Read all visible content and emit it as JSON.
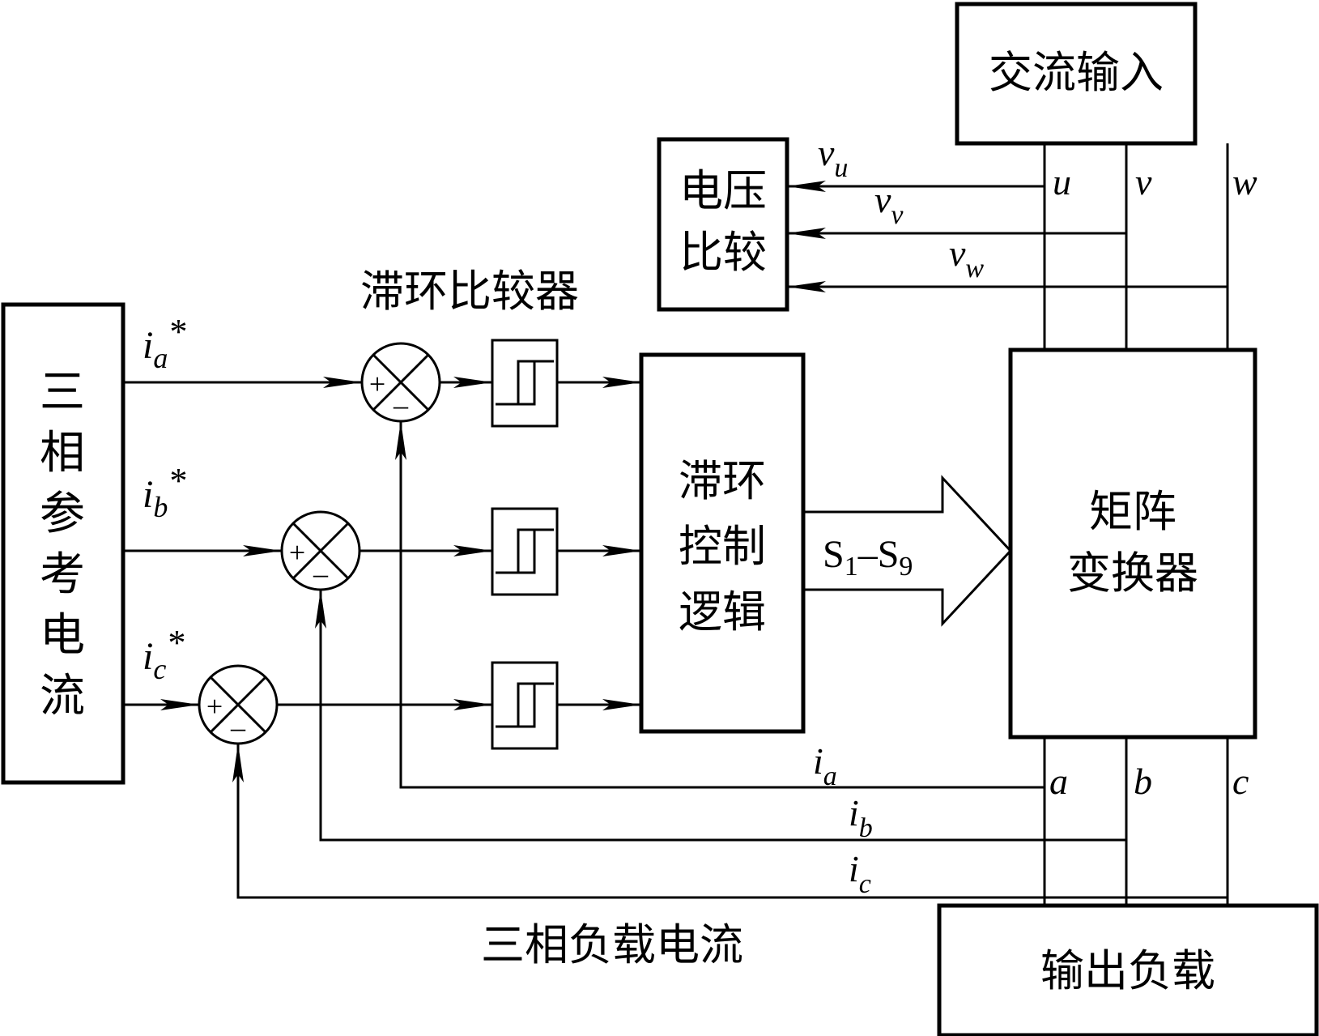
{
  "blocks": {
    "ac_input": "交流输入",
    "voltage_compare": [
      "电压",
      "比较"
    ],
    "reference_current": [
      "三",
      "相",
      "参",
      "考",
      "电",
      "流"
    ],
    "hysteresis_logic": [
      "滞环",
      "控制",
      "逻辑"
    ],
    "matrix_converter": [
      "矩阵",
      "变换器"
    ],
    "output_load": "输出负载"
  },
  "labels": {
    "hysteresis_comparator": "滞环比较器",
    "load_current": "三相负载电流",
    "switch_signals": {
      "s": "S",
      "sub1": "1",
      "dash": "–",
      "sub2": "9"
    }
  },
  "signals": {
    "voltages": [
      {
        "base": "v",
        "sub": "u"
      },
      {
        "base": "v",
        "sub": "v"
      },
      {
        "base": "v",
        "sub": "w"
      }
    ],
    "references": [
      {
        "base": "i",
        "sub": "a",
        "star": "*"
      },
      {
        "base": "i",
        "sub": "b",
        "star": "*"
      },
      {
        "base": "i",
        "sub": "c",
        "star": "*"
      }
    ],
    "feedback": [
      {
        "base": "i",
        "sub": "a"
      },
      {
        "base": "i",
        "sub": "b"
      },
      {
        "base": "i",
        "sub": "c"
      }
    ]
  },
  "phases": {
    "input": [
      "u",
      "v",
      "w"
    ],
    "output": [
      "a",
      "b",
      "c"
    ]
  },
  "summer_signs": {
    "plus": "+",
    "minus": "–"
  }
}
